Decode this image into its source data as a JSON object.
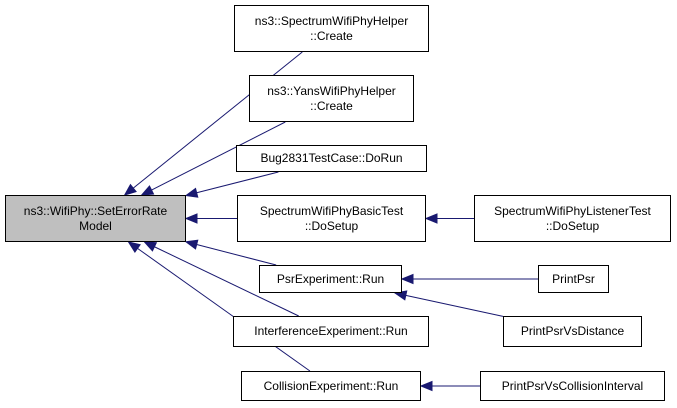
{
  "graph": {
    "edge_color": "#191970",
    "root_fill": "#bfbfbf",
    "node_fill": "#ffffff",
    "nodes": [
      {
        "id": "root",
        "lines": [
          "ns3::WifiPhy::SetErrorRate",
          "Model"
        ]
      },
      {
        "id": "spectrum-create",
        "lines": [
          "ns3::SpectrumWifiPhyHelper",
          "::Create"
        ]
      },
      {
        "id": "yans-create",
        "lines": [
          "ns3::YansWifiPhyHelper",
          "::Create"
        ]
      },
      {
        "id": "bug2831",
        "lines": [
          "Bug2831TestCase::DoRun"
        ]
      },
      {
        "id": "spectrum-basic",
        "lines": [
          "SpectrumWifiPhyBasicTest",
          "::DoSetup"
        ]
      },
      {
        "id": "spectrum-listener",
        "lines": [
          "SpectrumWifiPhyListenerTest",
          "::DoSetup"
        ]
      },
      {
        "id": "psr-run",
        "lines": [
          "PsrExperiment::Run"
        ]
      },
      {
        "id": "print-psr",
        "lines": [
          "PrintPsr"
        ]
      },
      {
        "id": "print-psr-distance",
        "lines": [
          "PrintPsrVsDistance"
        ]
      },
      {
        "id": "interference-run",
        "lines": [
          "InterferenceExperiment::Run"
        ]
      },
      {
        "id": "collision-run",
        "lines": [
          "CollisionExperiment::Run"
        ]
      },
      {
        "id": "print-psr-collision",
        "lines": [
          "PrintPsrVsCollisionInterval"
        ]
      }
    ],
    "edges": [
      {
        "from": "spectrum-create",
        "to": "root"
      },
      {
        "from": "yans-create",
        "to": "root"
      },
      {
        "from": "bug2831",
        "to": "root"
      },
      {
        "from": "spectrum-basic",
        "to": "root"
      },
      {
        "from": "psr-run",
        "to": "root"
      },
      {
        "from": "interference-run",
        "to": "root"
      },
      {
        "from": "collision-run",
        "to": "root"
      },
      {
        "from": "spectrum-listener",
        "to": "spectrum-basic"
      },
      {
        "from": "print-psr",
        "to": "psr-run"
      },
      {
        "from": "print-psr-distance",
        "to": "psr-run"
      },
      {
        "from": "print-psr-collision",
        "to": "collision-run"
      }
    ]
  }
}
